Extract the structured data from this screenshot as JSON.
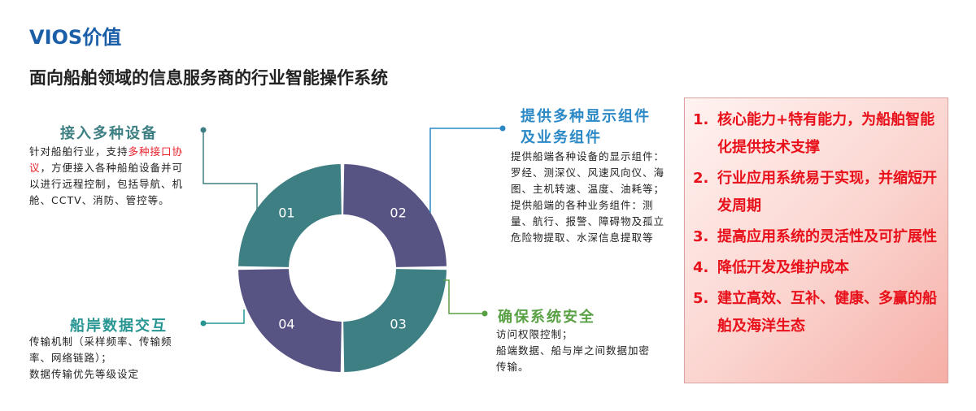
{
  "header": {
    "title": "VIOS价值",
    "subtitle": "面向船舶领域的信息服务商的行业智能操作系统"
  },
  "ring": {
    "segments": [
      {
        "label": "01",
        "color": "#3e7f83"
      },
      {
        "label": "02",
        "color": "#575484"
      },
      {
        "label": "03",
        "color": "#3e7f83"
      },
      {
        "label": "04",
        "color": "#575484"
      }
    ]
  },
  "quadrants": {
    "q1": {
      "title": "接入多种设备",
      "title_color": "#3e7f83",
      "desc_pre": "针对船舶行业，支持",
      "desc_hl": "多种接口协议",
      "desc_post": "，方便接入各种船舶设备并可以进行远程控制，包括导航、机舱、CCTV、消防、管控等。"
    },
    "q2": {
      "title_line1": "提供多种显示组件",
      "title_line2": "及业务组件",
      "title_color": "#2b89c6",
      "desc_p1": "提供船端各种设备的显示组件：罗经、测深仪、风速风向仪、海图、主机转速、温度、油耗等；",
      "desc_p2": "提供船端的各种业务组件：测量、航行、报警、障碍物及孤立危险物提取、水深信息提取等"
    },
    "q3": {
      "title": "确保系统安全",
      "title_color": "#5aa145",
      "desc_p1": "访问权限控制；",
      "desc_p2": "船端数据、船与岸之间数据加密传输。"
    },
    "q4": {
      "title": "船岸数据交互",
      "title_color": "#279592",
      "desc_p1": "传输机制（采样频率、传输频率、网络链路）；",
      "desc_p2": "数据传输优先等级设定"
    }
  },
  "values": {
    "items": [
      {
        "num": "1.",
        "text": "核心能力+特有能力，为船舶智能化提供技术支撑"
      },
      {
        "num": "2.",
        "text": "行业应用系统易于实现，并缩短开发周期"
      },
      {
        "num": "3.",
        "text": "提高应用系统的灵活性及可扩展性"
      },
      {
        "num": "4.",
        "text": "降低开发及维护成本"
      },
      {
        "num": "5.",
        "text": "建立高效、互补、健康、多赢的船舶及海洋生态"
      }
    ]
  }
}
